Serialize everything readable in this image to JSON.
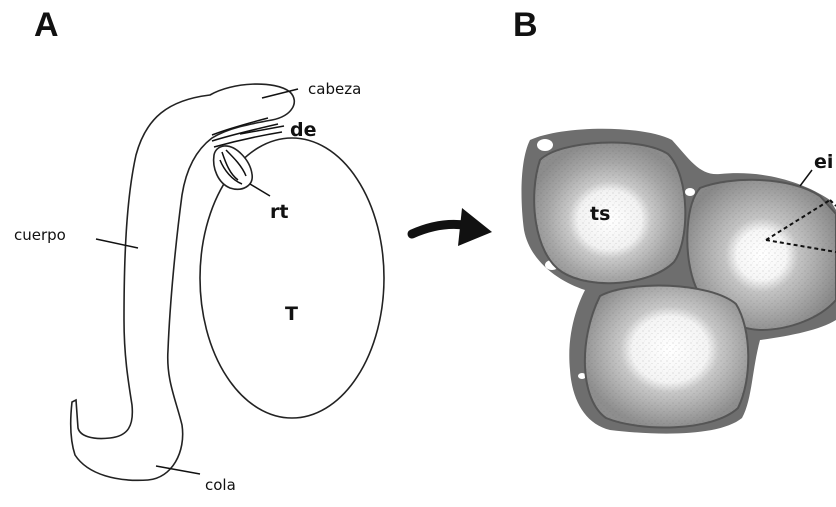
{
  "panels": {
    "a_letter": "A",
    "b_letter": "B"
  },
  "panel_a": {
    "labels": {
      "head": "cabeza",
      "efferent_ducts": "de",
      "rete_testis": "rt",
      "body": "cuerpo",
      "testis": "T",
      "tail": "cola"
    }
  },
  "panel_b": {
    "labels": {
      "seminiferous_tubule": "ts",
      "epithelium": "ei"
    }
  },
  "colors": {
    "ink": "#111111",
    "tissue_dark": "#6d6d6d",
    "tissue_mid": "#a9a9a9",
    "lumen": "#f7f7f7"
  }
}
